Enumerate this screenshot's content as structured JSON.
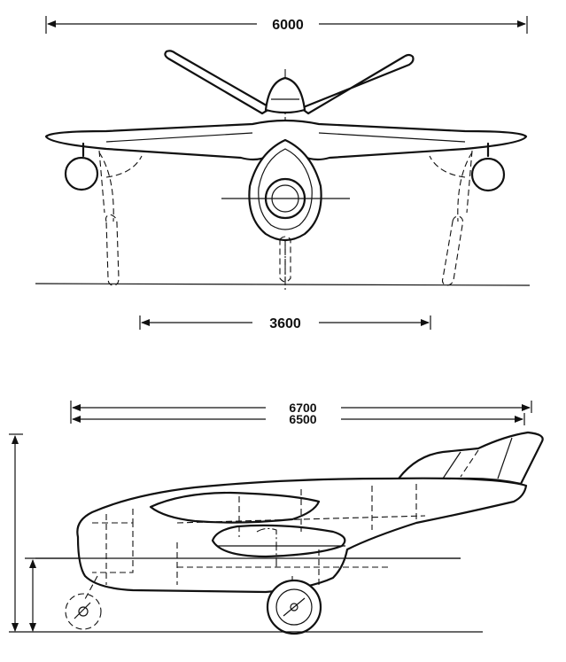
{
  "front_view": {
    "span_label": "6000",
    "track_label": "3600"
  },
  "side_view": {
    "overall_length_label": "6700",
    "fuselage_length_label": "6500"
  }
}
